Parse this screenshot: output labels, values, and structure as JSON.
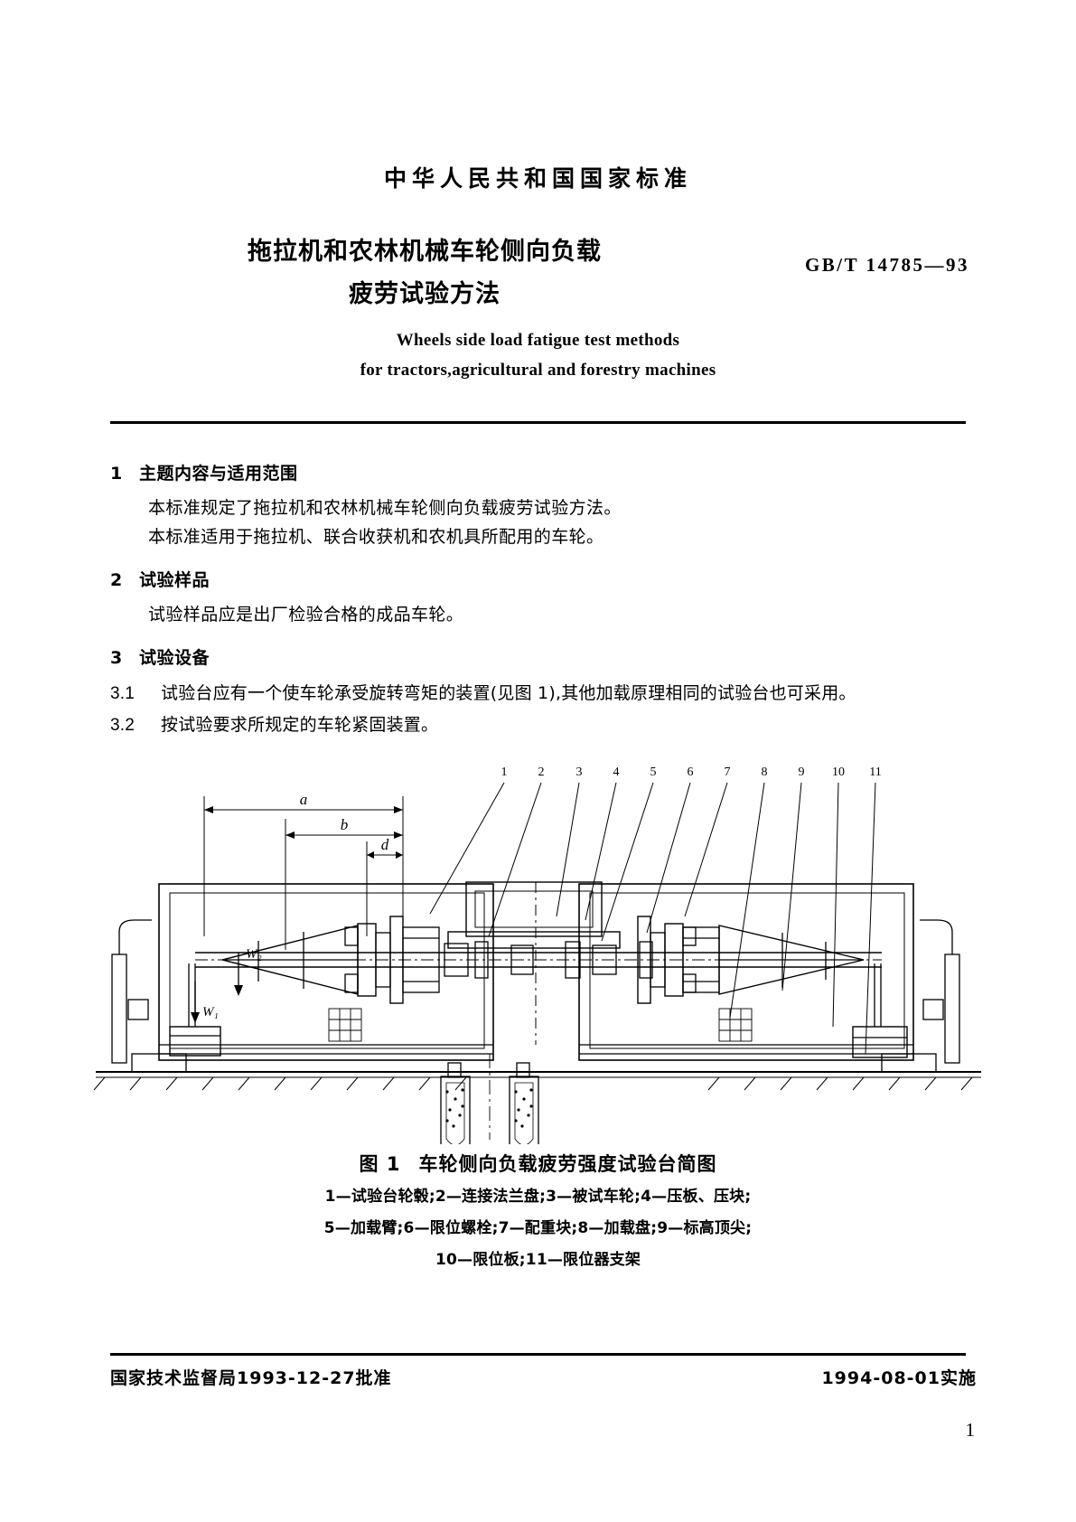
{
  "document": {
    "nation_line": "中华人民共和国国家标准",
    "standard_number": "GB/T 14785—93",
    "title_cn_line1": "拖拉机和农林机械车轮侧向负载",
    "title_cn_line2": "疲劳试验方法",
    "title_en_line1": "Wheels side load fatigue test methods",
    "title_en_line2": "for tractors,agricultural and forestry machines",
    "page_number": "1"
  },
  "sections": [
    {
      "number": "1",
      "heading": "主题内容与适用范围",
      "paragraphs": [
        "本标准规定了拖拉机和农林机械车轮侧向负载疲劳试验方法。",
        "本标准适用于拖拉机、联合收获机和农机具所配用的车轮。"
      ]
    },
    {
      "number": "2",
      "heading": "试验样品",
      "paragraphs": [
        "试验样品应是出厂检验合格的成品车轮。"
      ]
    },
    {
      "number": "3",
      "heading": "试验设备",
      "clauses": [
        {
          "number": "3.1",
          "text": "试验台应有一个使车轮承受旋转弯矩的装置(见图 1),其他加载原理相同的试验台也可采用。"
        },
        {
          "number": "3.2",
          "text": "按试验要求所规定的车轮紧固装置。"
        }
      ]
    }
  ],
  "figure": {
    "caption_number": "图 1",
    "caption_text": "车轮侧向负载疲劳强度试验台简图",
    "legend_lines": [
      "1—试验台轮毂;2—连接法兰盘;3—被试车轮;4—压板、压块;",
      "5—加载臂;6—限位螺栓;7—配重块;8—加载盘;9—标高顶尖;",
      "10—限位板;11—限位器支架"
    ],
    "callout_numbers": [
      "1",
      "2",
      "3",
      "4",
      "5",
      "6",
      "7",
      "8",
      "9",
      "10",
      "11"
    ],
    "dimension_labels": [
      "a",
      "b",
      "d"
    ],
    "force_labels": [
      "W₂",
      "W₁"
    ]
  },
  "footer": {
    "approval": "国家技术监督局1993-12-27批准",
    "implementation": "1994-08-01实施"
  }
}
